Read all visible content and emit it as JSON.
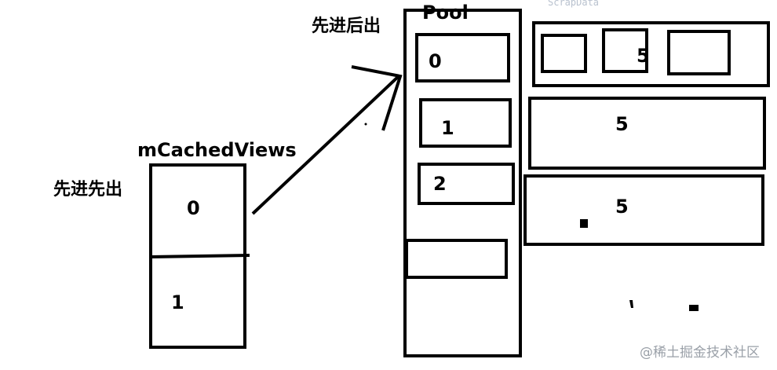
{
  "cache": {
    "title": "mCachedViews",
    "order_label": "先进先出",
    "slots": [
      "0",
      "1"
    ]
  },
  "pool": {
    "title": "Pool",
    "order_label": "先进后出",
    "slots": [
      "0",
      "1",
      "2",
      ""
    ]
  },
  "scrap": {
    "title": "ScrapData",
    "rows": [
      "5",
      "5",
      "5"
    ]
  },
  "watermark": "@稀土掘金技术社区",
  "colors": {
    "stroke": "#000000",
    "scrap_title": "#b9c2cf",
    "watermark": "#9aa0a8"
  }
}
